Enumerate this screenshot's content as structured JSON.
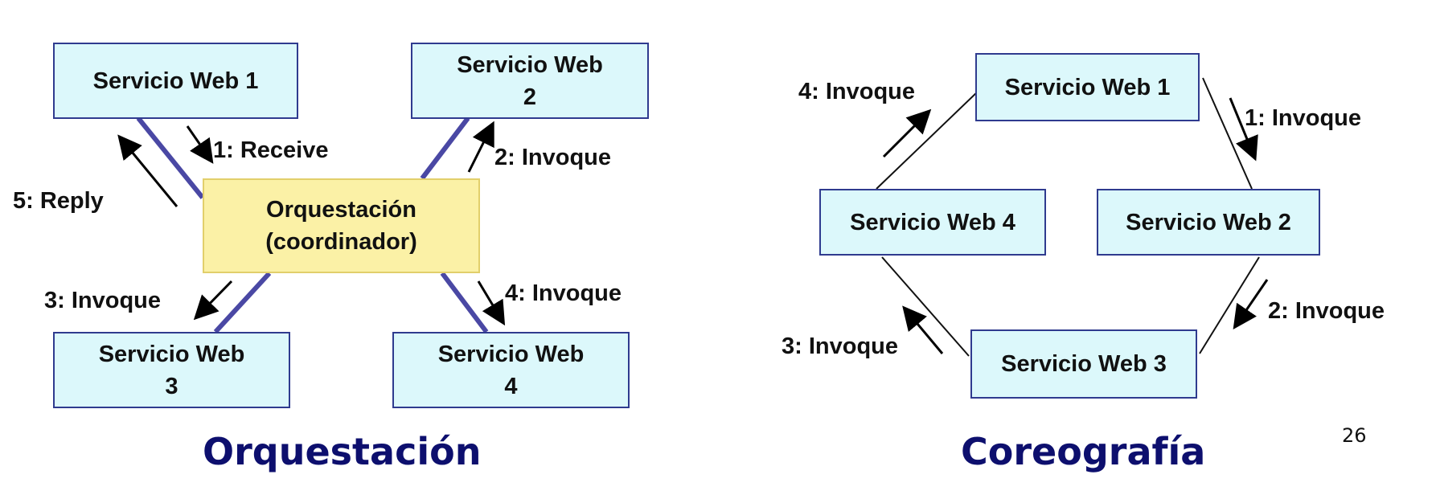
{
  "colors": {
    "service_fill": "#dcf8fb",
    "service_border": "#2f3b8f",
    "orchestrator_fill": "#fbf1a6",
    "orchestrator_border": "#e2cf6b",
    "connector": "#4a48a4",
    "title": "#0d0f6e"
  },
  "orchestration": {
    "title": "Orquestación",
    "orchestrator": "Orquestación\n(coordinador)",
    "services": [
      "Servicio Web 1",
      "Servicio Web\n2",
      "Servicio Web\n3",
      "Servicio Web\n4"
    ],
    "messages": [
      "1: Receive",
      "2: Invoque",
      "3: Invoque",
      "4: Invoque",
      "5: Reply"
    ]
  },
  "choreography": {
    "title": "Coreografía",
    "services": [
      "Servicio Web 1",
      "Servicio Web 2",
      "Servicio Web 3",
      "Servicio Web 4"
    ],
    "messages": [
      "1: Invoque",
      "2: Invoque",
      "3: Invoque",
      "4: Invoque"
    ]
  },
  "page_number": "26"
}
